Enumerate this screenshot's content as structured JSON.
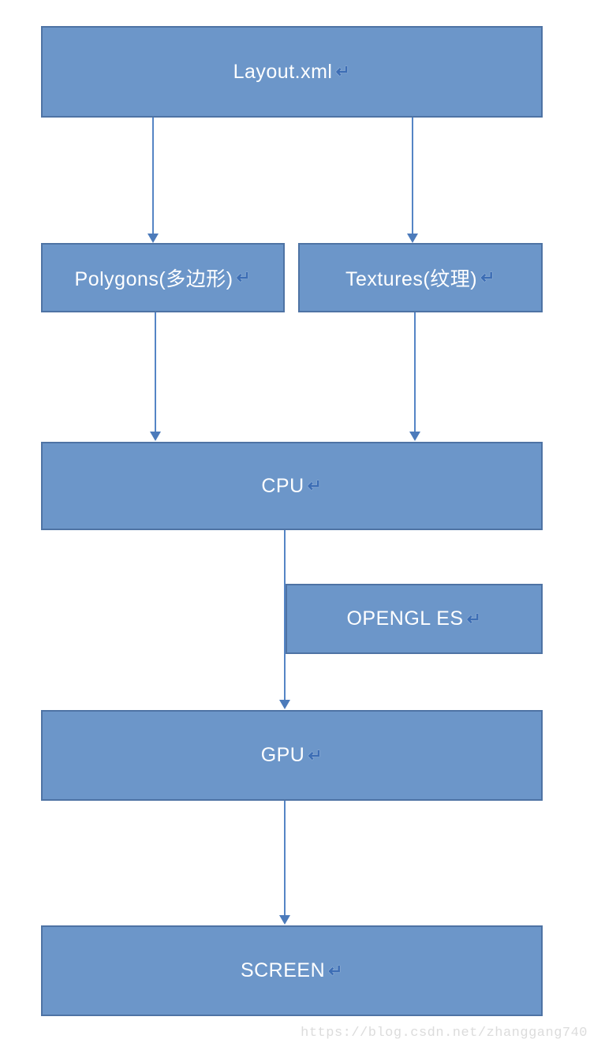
{
  "diagram": {
    "return_mark": "↵",
    "nodes": [
      {
        "id": "layout-xml",
        "label": "Layout.xml"
      },
      {
        "id": "polygons",
        "label": "Polygons(多边形)"
      },
      {
        "id": "textures",
        "label": "Textures(纹理)"
      },
      {
        "id": "cpu",
        "label": "CPU"
      },
      {
        "id": "opengl-es",
        "label": "OPENGL ES"
      },
      {
        "id": "gpu",
        "label": "GPU"
      },
      {
        "id": "screen",
        "label": "SCREEN"
      }
    ],
    "edges": [
      {
        "from": "Layout.xml",
        "to": "Polygons(多边形)"
      },
      {
        "from": "Layout.xml",
        "to": "Textures(纹理)"
      },
      {
        "from": "Polygons(多边形)",
        "to": "CPU"
      },
      {
        "from": "Textures(纹理)",
        "to": "CPU"
      },
      {
        "from": "CPU",
        "to": "GPU",
        "via": "OPENGL ES"
      },
      {
        "from": "GPU",
        "to": "SCREEN"
      }
    ]
  },
  "colors": {
    "node_fill": "#6C96C9",
    "node_border": "#4E73A4",
    "arrow": "#5585C5",
    "node_text": "#FFFFFF",
    "watermark_text": "#DCDCDC"
  },
  "watermark": {
    "text": "https://blog.csdn.net/zhanggang740"
  }
}
